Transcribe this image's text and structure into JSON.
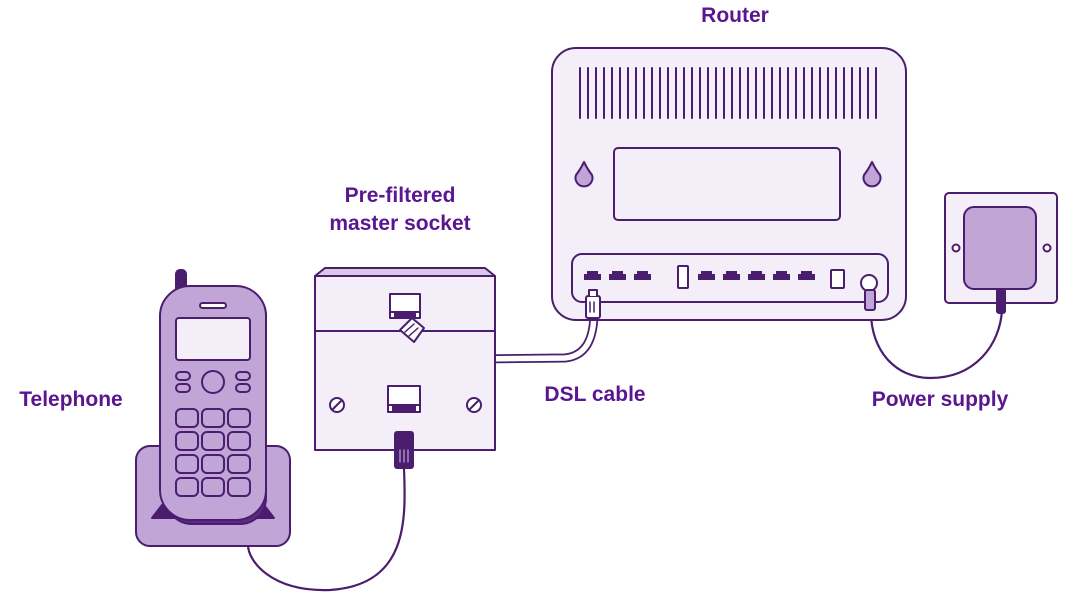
{
  "labels": {
    "router": "Router",
    "socket_line1": "Pre-filtered",
    "socket_line2": "master socket",
    "telephone": "Telephone",
    "dsl_cable": "DSL cable",
    "power_supply": "Power supply"
  },
  "colors": {
    "outline": "#4a1d6e",
    "device_fill": "#f4eef9",
    "accent_fill": "#c0a5d6",
    "text": "#5a1590",
    "background": "#ffffff"
  },
  "icons": [
    "telephone-icon",
    "master-socket-icon",
    "router-icon",
    "power-socket-icon",
    "dsl-cable-icon",
    "power-cable-icon",
    "phone-cable-icon"
  ]
}
